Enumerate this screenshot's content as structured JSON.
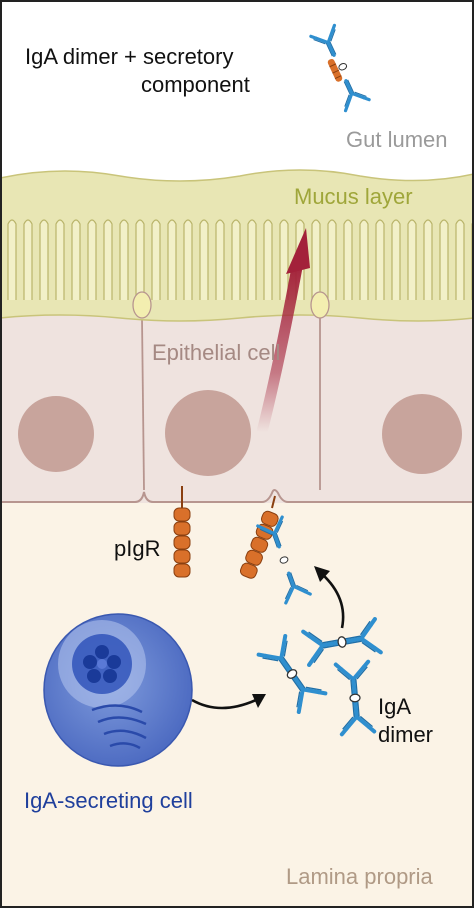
{
  "labels": {
    "iga_sc": [
      "IgA dimer + secretory",
      "component"
    ],
    "gut_lumen": "Gut lumen",
    "mucus_layer": "Mucus layer",
    "epithelial_cell": "Epithelial cell",
    "pigr": "pIgR",
    "iga_dimer": [
      "IgA",
      "dimer"
    ],
    "iga_secreting_cell": "IgA-secreting cell",
    "lamina_propria": "Lamina propria"
  },
  "colors": {
    "lumen_bg": "#ffffff",
    "mucus": "#e8e6b4",
    "mucus_text": "#9fa63a",
    "epithelium": "#efe3df",
    "epithelium_line": "#b7958f",
    "nucleus": "#c8a49c",
    "lamina_bg": "#fbf3e6",
    "region_text": "#9a9a9a",
    "lamina_text": "#b09a86",
    "pigr": "#d9702a",
    "antibody": "#2f8fcf",
    "plasma_cell": "#4a72c8",
    "plasma_text": "#1f3f9c",
    "transcytosis_arrow": "#a3213a",
    "arrow": "#111111"
  },
  "icons": [
    "iga-dimer-secretory-component-icon",
    "pigr-receptor-icon",
    "iga-dimer-icon",
    "plasma-cell-icon",
    "transcytosis-arrow-icon",
    "secretion-arrow-icon",
    "binding-arrow-icon"
  ]
}
